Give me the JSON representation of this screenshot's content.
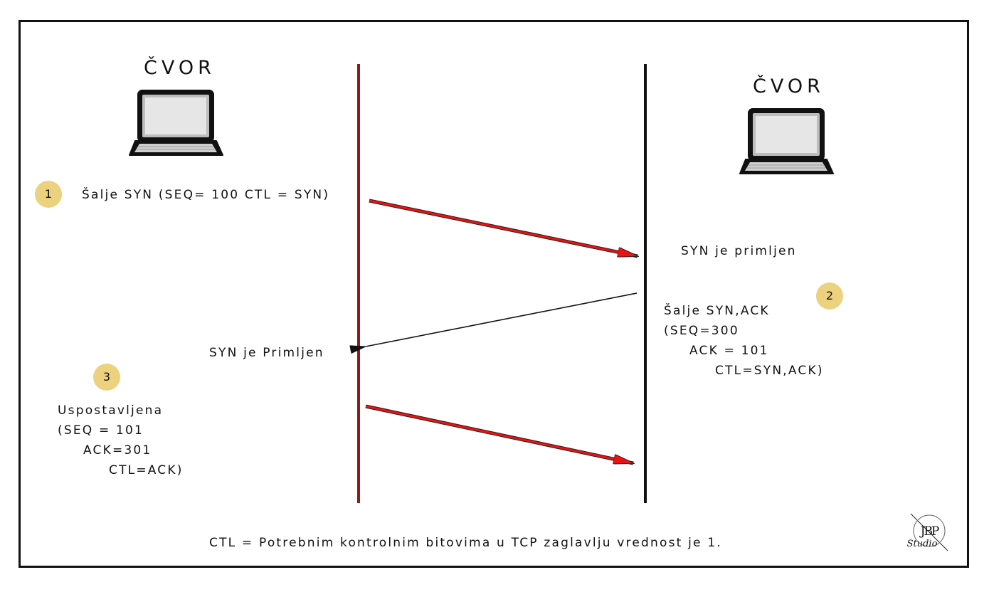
{
  "colors": {
    "badge": "#ecd27e",
    "red_arrow": "#ee1111",
    "red_line": "#8b1a1a",
    "line": "#111111"
  },
  "left_node": {
    "title": "ČVOR",
    "icon": "laptop-icon"
  },
  "right_node": {
    "title": "ČVOR",
    "icon": "laptop-icon"
  },
  "step1": {
    "number": "1",
    "text": "Šalje SYN (SEQ= 100 CTL = SYN)"
  },
  "step2": {
    "number": "2",
    "received": "SYN je primljen",
    "lines": [
      "Šalje SYN,ACK",
      "(SEQ=300",
      "ACK = 101",
      "CTL=SYN,ACK)"
    ]
  },
  "step3": {
    "number": "3",
    "received": "SYN je Primljen",
    "lines": [
      "Uspostavljena",
      "(SEQ = 101",
      "ACK=301",
      "CTL=ACK)"
    ]
  },
  "footer": "CTL = Potrebnim kontrolnim bitovima u TCP zaglavlju vrednost je 1.",
  "logo": {
    "text": "JBP",
    "script": "Studio"
  }
}
